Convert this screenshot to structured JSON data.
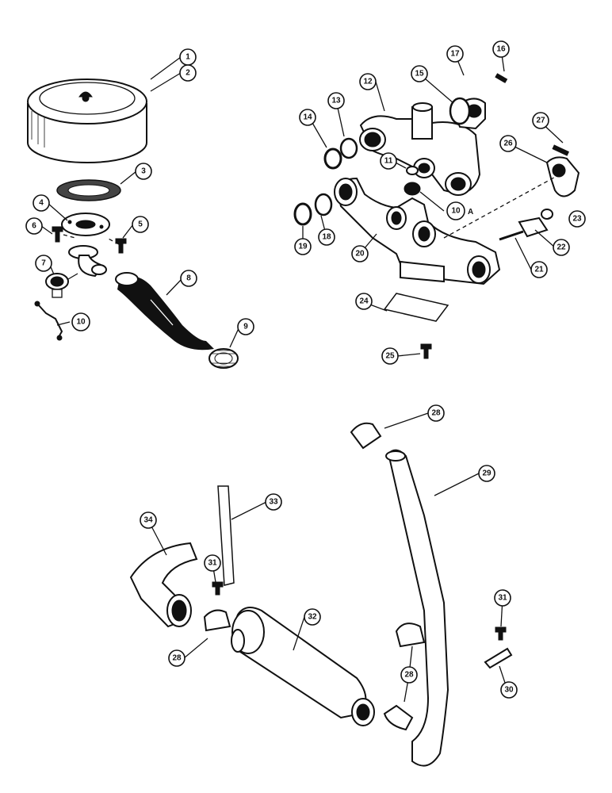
{
  "callouts": [
    {
      "id": "c1",
      "label": "1"
    },
    {
      "id": "c2",
      "label": "2"
    },
    {
      "id": "c3",
      "label": "3"
    },
    {
      "id": "c4",
      "label": "4"
    },
    {
      "id": "c5",
      "label": "5"
    },
    {
      "id": "c6",
      "label": "6"
    },
    {
      "id": "c7",
      "label": "7"
    },
    {
      "id": "c8",
      "label": "8"
    },
    {
      "id": "c9",
      "label": "9"
    },
    {
      "id": "c10",
      "label": "10"
    },
    {
      "id": "c10a",
      "label": "10"
    },
    {
      "id": "c11",
      "label": "11"
    },
    {
      "id": "c12",
      "label": "12"
    },
    {
      "id": "c13",
      "label": "13"
    },
    {
      "id": "c14",
      "label": "14"
    },
    {
      "id": "c15",
      "label": "15"
    },
    {
      "id": "c16",
      "label": "16"
    },
    {
      "id": "c17",
      "label": "17"
    },
    {
      "id": "c18",
      "label": "18"
    },
    {
      "id": "c19",
      "label": "19"
    },
    {
      "id": "c20",
      "label": "20"
    },
    {
      "id": "c21",
      "label": "21"
    },
    {
      "id": "c22",
      "label": "22"
    },
    {
      "id": "c23",
      "label": "23"
    },
    {
      "id": "c24",
      "label": "24"
    },
    {
      "id": "c25",
      "label": "25"
    },
    {
      "id": "c26",
      "label": "26"
    },
    {
      "id": "c27",
      "label": "27"
    },
    {
      "id": "c28a",
      "label": "28"
    },
    {
      "id": "c28b",
      "label": "28"
    },
    {
      "id": "c28c",
      "label": "28"
    },
    {
      "id": "c29",
      "label": "29"
    },
    {
      "id": "c30",
      "label": "30"
    },
    {
      "id": "c31a",
      "label": "31"
    },
    {
      "id": "c31b",
      "label": "31"
    },
    {
      "id": "c32",
      "label": "32"
    },
    {
      "id": "c33",
      "label": "33"
    },
    {
      "id": "c34",
      "label": "34"
    }
  ],
  "suffix_10a": "A"
}
